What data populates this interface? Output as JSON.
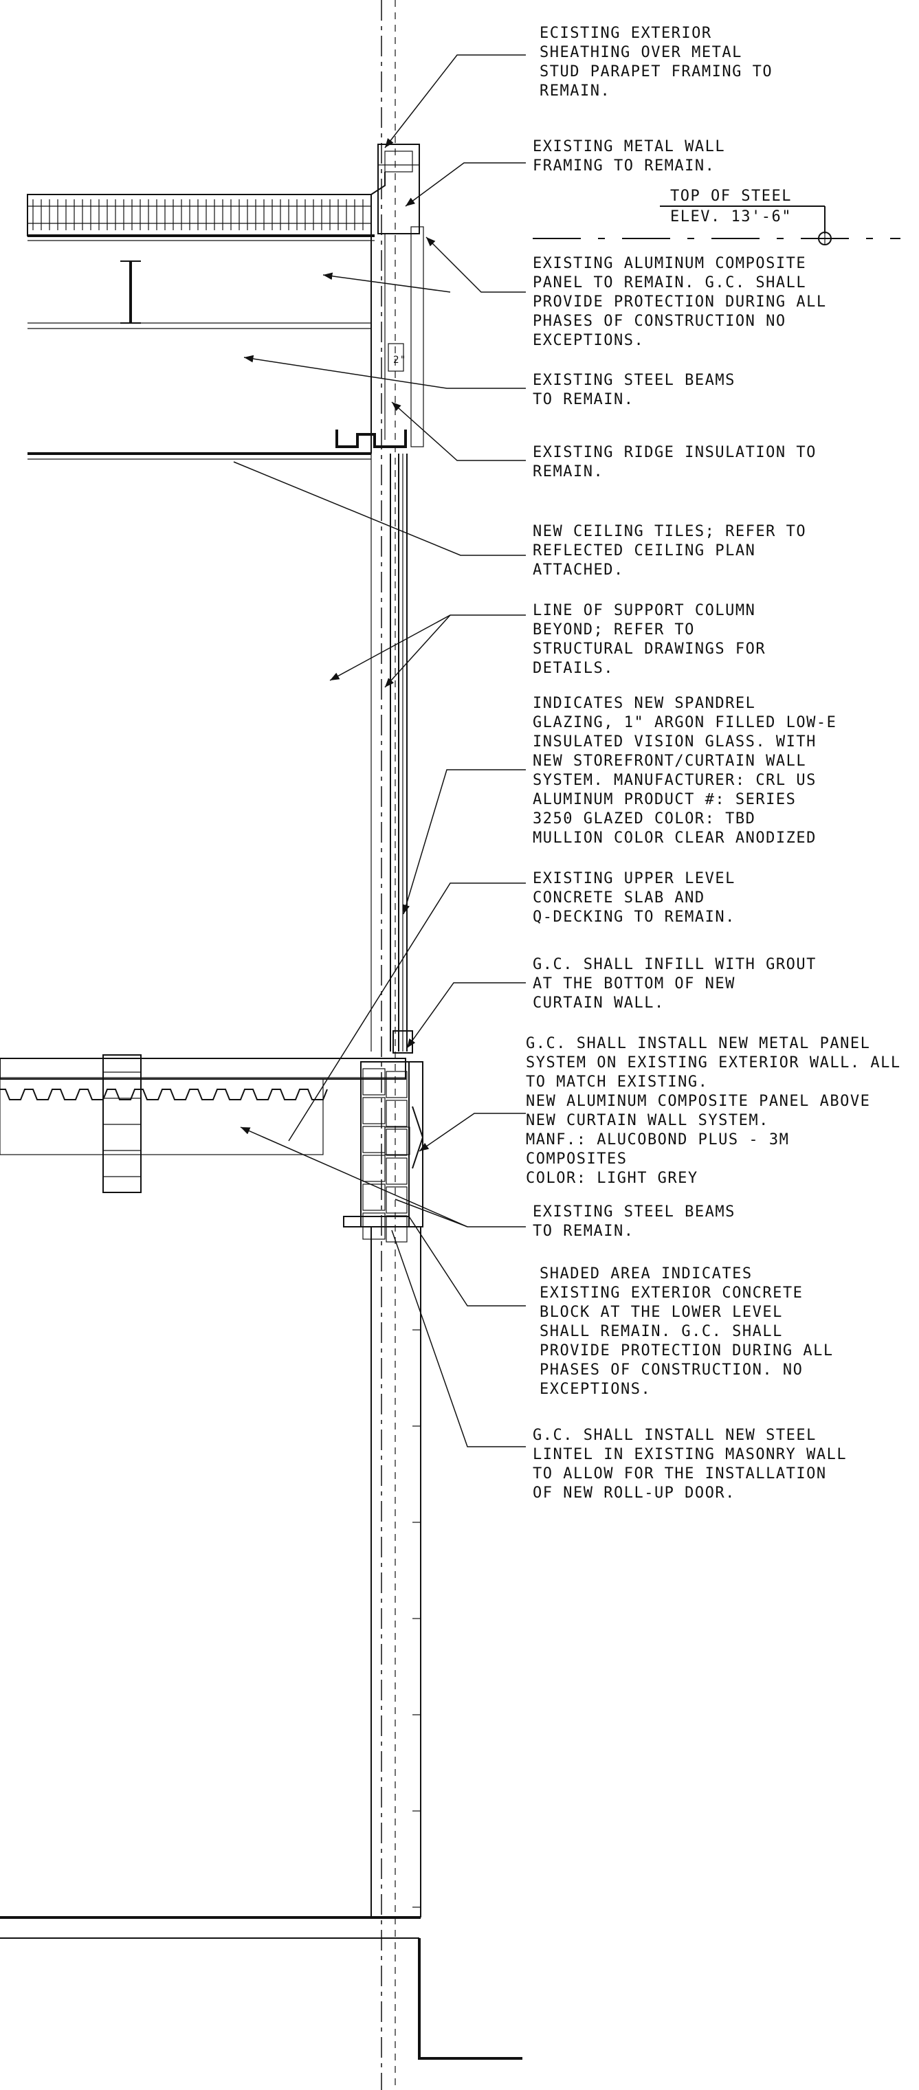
{
  "colors": {
    "ink": "#111111",
    "paper": "#ffffff",
    "shade": "#d6d6d6"
  },
  "elevation": {
    "line1": "TOP OF STEEL",
    "line2": "ELEV. 13'-6\""
  },
  "dimension_mark": "2\"",
  "notes": [
    {
      "lines": [
        "ECISTING EXTERIOR",
        "SHEATHING OVER METAL",
        "STUD PARAPET FRAMING TO",
        "REMAIN."
      ]
    },
    {
      "lines": [
        "EXISTING METAL WALL",
        "FRAMING TO REMAIN."
      ]
    },
    {
      "lines": [
        "EXISTING ALUMINUM COMPOSITE",
        "PANEL TO REMAIN. G.C. SHALL",
        "PROVIDE PROTECTION DURING ALL",
        "PHASES OF CONSTRUCTION NO",
        "EXCEPTIONS."
      ]
    },
    {
      "lines": [
        "EXISTING STEEL BEAMS",
        "TO REMAIN."
      ]
    },
    {
      "lines": [
        "EXISTING RIDGE INSULATION TO",
        "REMAIN."
      ]
    },
    {
      "lines": [
        "NEW CEILING TILES; REFER TO",
        "REFLECTED CEILING PLAN",
        "ATTACHED."
      ]
    },
    {
      "lines": [
        "LINE OF SUPPORT COLUMN",
        "BEYOND; REFER TO",
        "STRUCTURAL DRAWINGS FOR",
        "DETAILS."
      ]
    },
    {
      "lines": [
        "INDICATES NEW SPANDREL",
        "GLAZING, 1\" ARGON FILLED LOW-E",
        "INSULATED VISION GLASS.  WITH",
        "NEW STOREFRONT/CURTAIN WALL",
        "SYSTEM.  MANUFACTURER: CRL US",
        "ALUMINUM PRODUCT #: SERIES",
        "3250 GLAZED COLOR: TBD",
        "MULLION COLOR CLEAR ANODIZED"
      ]
    },
    {
      "lines": [
        "EXISTING UPPER LEVEL",
        "CONCRETE SLAB AND",
        "Q-DECKING TO REMAIN."
      ]
    },
    {
      "lines": [
        "G.C. SHALL INFILL WITH GROUT",
        "AT THE BOTTOM OF NEW",
        "CURTAIN WALL."
      ]
    },
    {
      "lines": [
        "G.C. SHALL INSTALL NEW METAL PANEL",
        "SYSTEM ON EXISTING EXTERIOR WALL. ALL",
        "TO MATCH EXISTING.",
        "NEW ALUMINUM COMPOSITE PANEL ABOVE",
        "NEW CURTAIN WALL SYSTEM.",
        "MANF.: ALUCOBOND PLUS - 3M",
        "COMPOSITES",
        "COLOR:   LIGHT GREY"
      ]
    },
    {
      "lines": [
        "EXISTING STEEL BEAMS",
        "TO REMAIN."
      ]
    },
    {
      "lines": [
        "SHADED AREA INDICATES",
        "EXISTING EXTERIOR CONCRETE",
        "BLOCK AT THE LOWER LEVEL",
        "SHALL REMAIN. G.C. SHALL",
        "PROVIDE PROTECTION DURING ALL",
        "PHASES OF CONSTRUCTION. NO",
        "EXCEPTIONS."
      ]
    },
    {
      "lines": [
        "G.C. SHALL INSTALL NEW STEEL",
        "LINTEL IN EXISTING MASONRY WALL",
        "TO ALLOW FOR THE INSTALLATION",
        "OF NEW ROLL-UP DOOR."
      ]
    }
  ]
}
